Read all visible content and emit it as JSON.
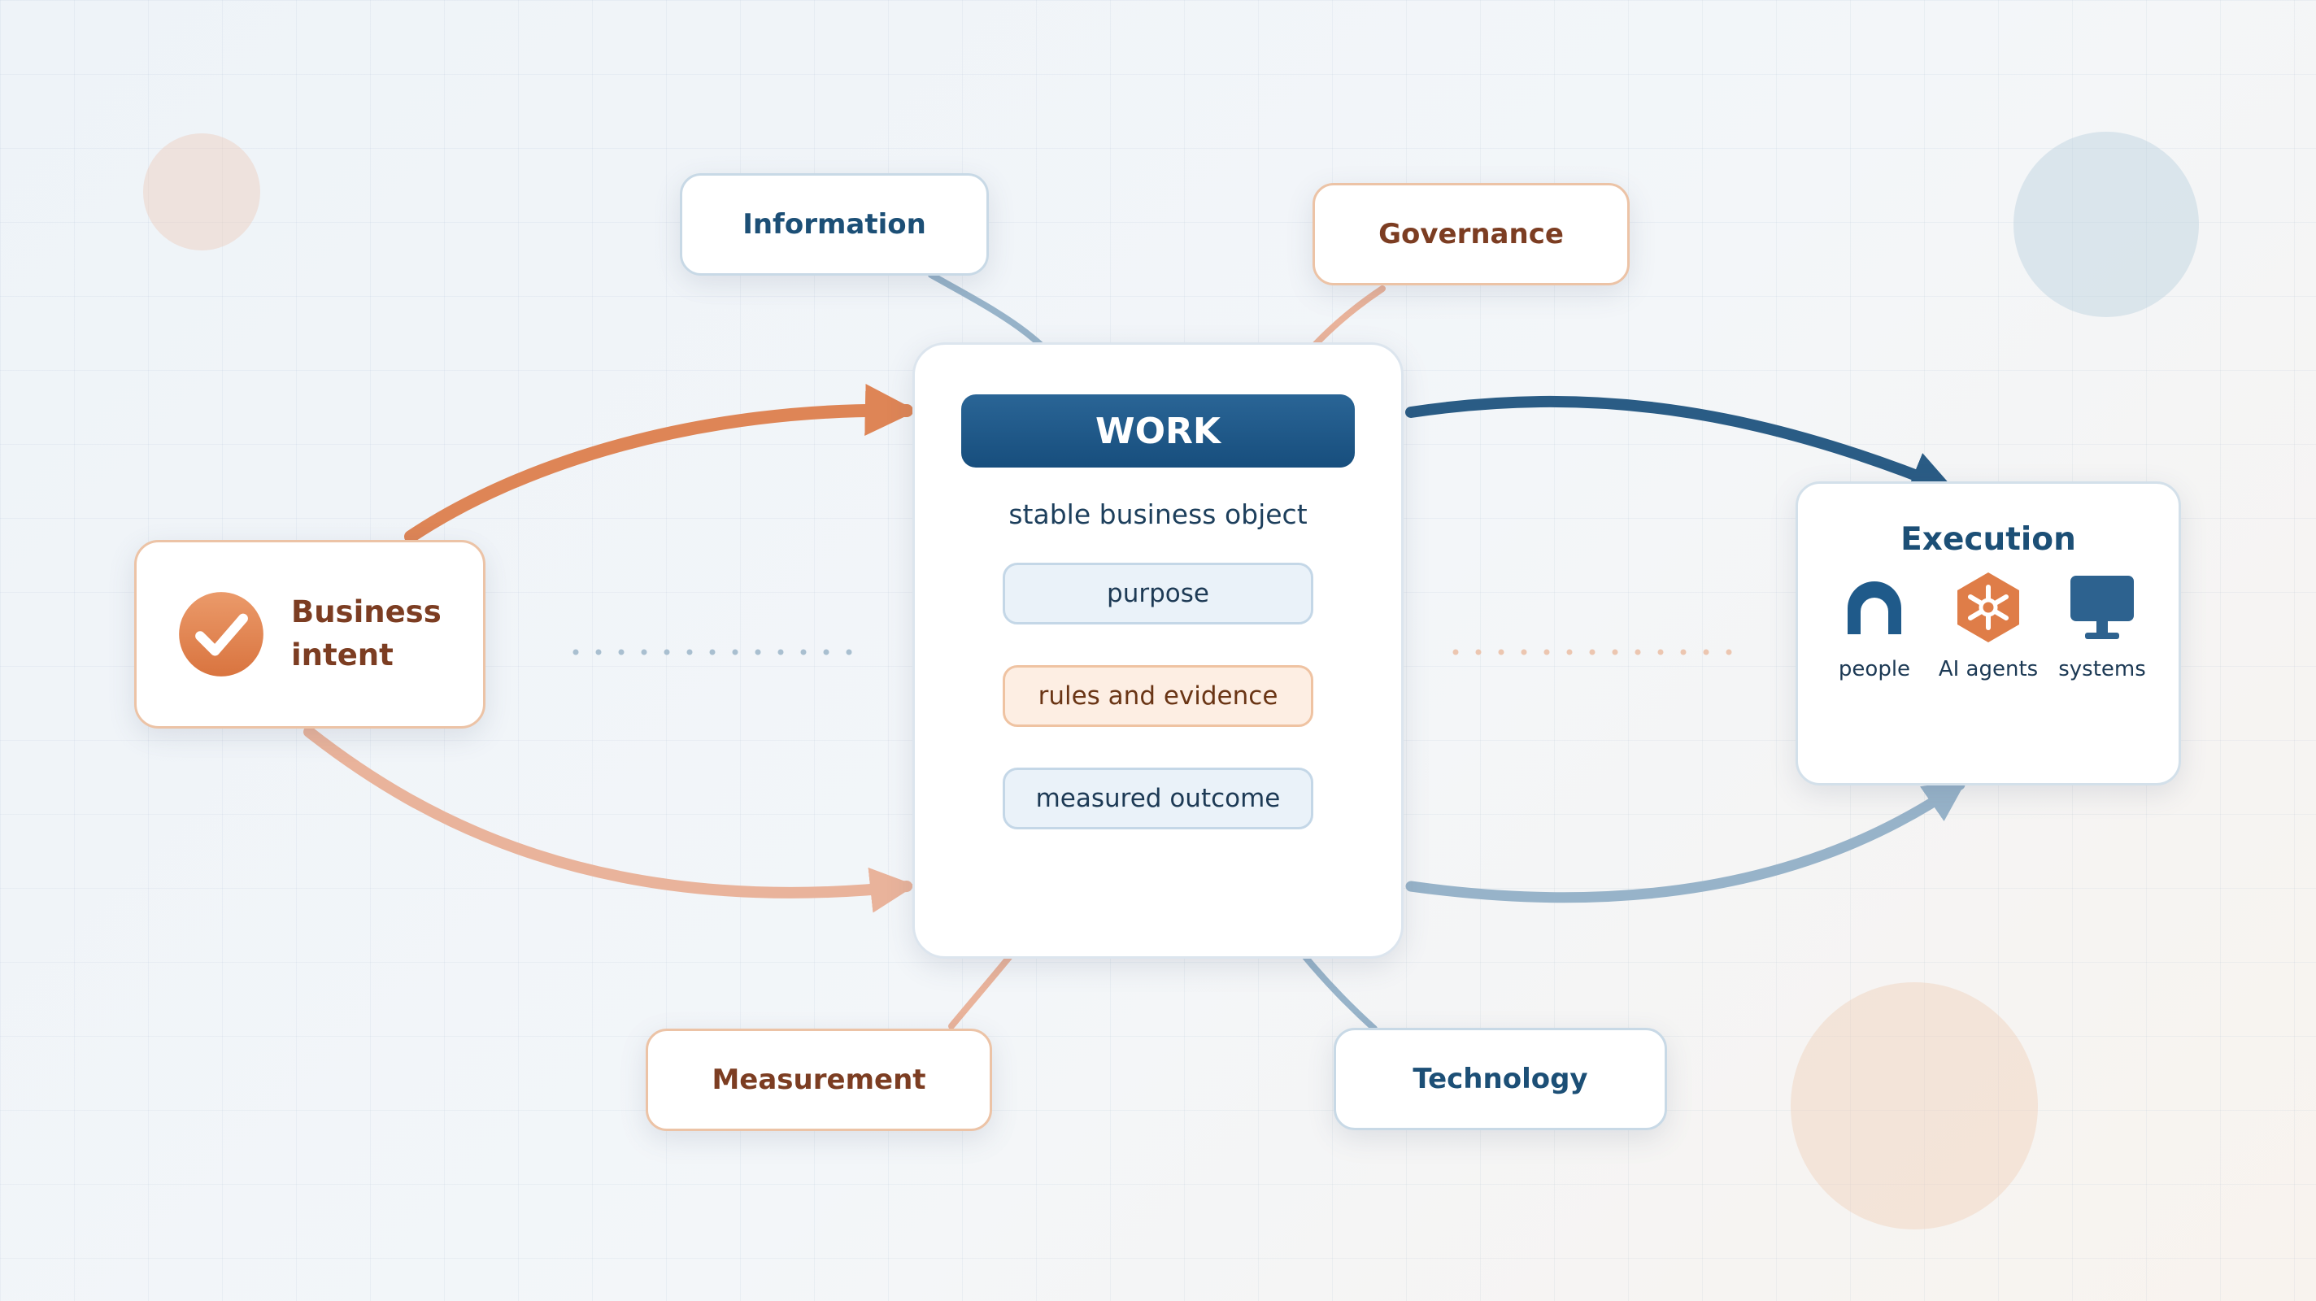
{
  "colors": {
    "dark_blue": "#1c4f76",
    "light_blue": "#97b3c9",
    "orange": "#de8556",
    "light_orange": "#e9b39b",
    "brown_text": "#7c3d22"
  },
  "nodes": {
    "information": "Information",
    "governance": "Governance",
    "measurement": "Measurement",
    "technology": "Technology",
    "business_intent": "Business intent",
    "business_intent_icon": "check-circle-icon"
  },
  "work": {
    "title": "WORK",
    "subtitle": "stable business object",
    "items": [
      "purpose",
      "rules and evidence",
      "measured outcome"
    ]
  },
  "execution": {
    "title": "Execution",
    "items": [
      {
        "label": "people",
        "icon": "person-icon"
      },
      {
        "label": "AI agents",
        "icon": "ai-agent-hexagon-icon"
      },
      {
        "label": "systems",
        "icon": "monitor-icon"
      }
    ]
  }
}
